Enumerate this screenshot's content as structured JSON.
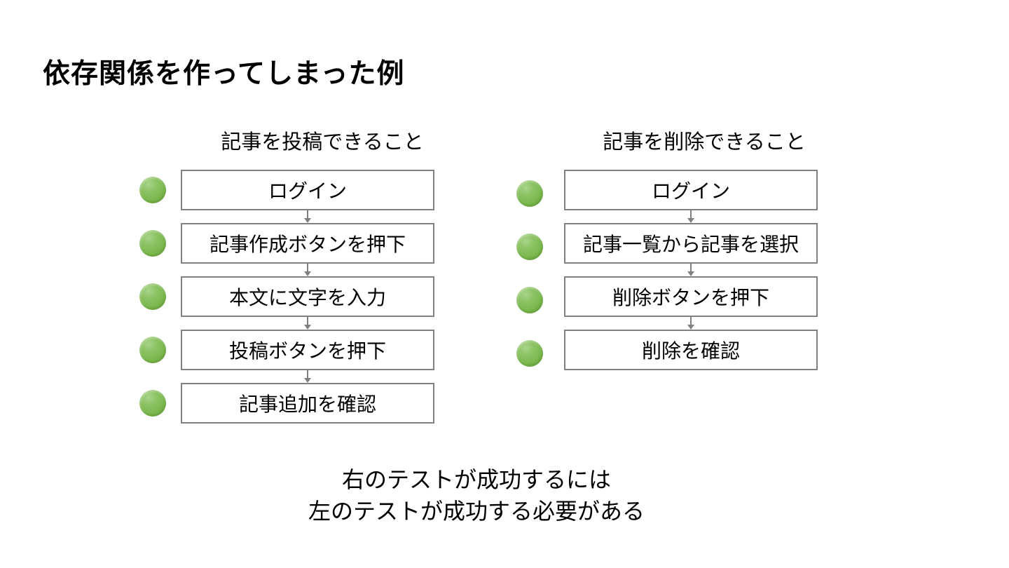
{
  "slide": {
    "title": "依存関係を作ってしまった例",
    "conclusion_line1": "右のテストが成功するには",
    "conclusion_line2": "左のテストが成功する必要がある"
  },
  "left_flow": {
    "header": "記事を投稿できること",
    "steps": [
      "ログイン",
      "記事作成ボタンを押下",
      "本文に文字を入力",
      "投稿ボタンを押下",
      "記事追加を確認"
    ]
  },
  "right_flow": {
    "header": "記事を削除できること",
    "steps": [
      "ログイン",
      "記事一覧から記事を選択",
      "削除ボタンを押下",
      "削除を確認"
    ]
  },
  "icons": {
    "status_dot": "green-circle-icon",
    "connector": "arrow-down-icon"
  },
  "colors": {
    "background": "#ffffff",
    "text": "#000000",
    "status_green": "#7bb94e",
    "status_green_light": "#a9d48b",
    "status_green_dark": "#669f3c",
    "box_border": "#808080",
    "arrow": "#808080"
  }
}
